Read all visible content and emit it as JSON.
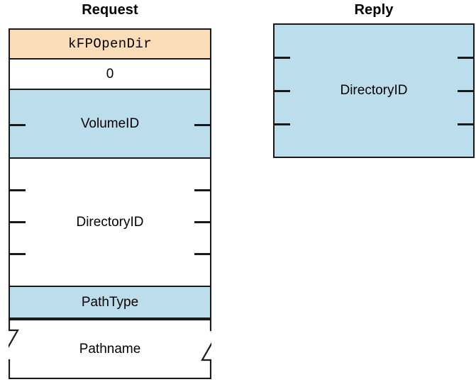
{
  "diagram": {
    "kind": "protocol-packet-layout",
    "columns": [
      {
        "id": "request",
        "title": "Request",
        "fields": [
          {
            "label": "kFPOpenDir",
            "fill": "orange",
            "mono": true,
            "ticks": 0,
            "torn": false
          },
          {
            "label": "0",
            "fill": "white",
            "mono": false,
            "ticks": 0,
            "torn": false
          },
          {
            "label": "VolumeID",
            "fill": "blue",
            "mono": false,
            "ticks": 1,
            "torn": false
          },
          {
            "label": "DirectoryID",
            "fill": "white",
            "mono": false,
            "ticks": 3,
            "torn": false
          },
          {
            "label": "PathType",
            "fill": "blue",
            "mono": false,
            "ticks": 0,
            "torn": false
          },
          {
            "label": "Pathname",
            "fill": "white",
            "mono": false,
            "ticks": 0,
            "torn": true
          }
        ]
      },
      {
        "id": "reply",
        "title": "Reply",
        "fields": [
          {
            "label": "DirectoryID",
            "fill": "blue",
            "mono": false,
            "ticks": 3,
            "torn": false
          }
        ]
      }
    ]
  },
  "colors": {
    "fill_orange": "#fadcb8",
    "fill_blue": "#bcdeec",
    "fill_white": "#ffffff",
    "stroke": "#1a1a1a",
    "text": "#000000",
    "background": "#ffffff"
  }
}
